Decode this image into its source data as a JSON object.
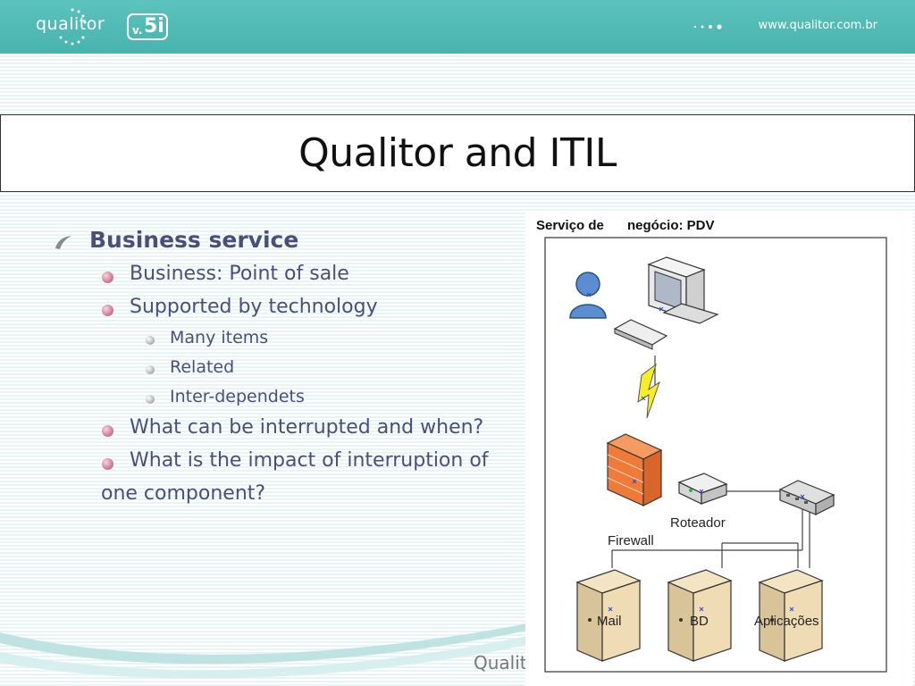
{
  "header": {
    "logo_text": "qualitor",
    "version_prefix": "v.",
    "version_number": "5i",
    "website": "www.qualitor.com.br"
  },
  "slide": {
    "title": "Qualitor and ITIL",
    "footer": "Qualit"
  },
  "bullets": {
    "level1": "Business service",
    "item_point_of_sale": "Business: Point of sale",
    "item_supported": "Supported by technology",
    "sub_many": "Many items",
    "sub_related": "Related",
    "sub_inter": "Inter-dependets",
    "item_interrupted": "What can be interrupted and when?",
    "item_impact_line1": "What is the impact of interruption of",
    "item_impact_line2": "one component?"
  },
  "diagram": {
    "title_part1": "Serviço de",
    "title_part2": "negócio: PDV",
    "router_label": "Roteador",
    "firewall_label": "Firewall",
    "server_mail": "Mail",
    "server_bd": "BD",
    "server_apps": "Aplicações",
    "icons": [
      "user-icon",
      "computer-icon",
      "lightning-icon",
      "firewall-icon",
      "router-icon",
      "switch-icon",
      "server-icon"
    ]
  },
  "colors": {
    "banner": "#4fb8b3",
    "text": "#4a4f7a",
    "firewall": "#f07a3a",
    "lightning": "#f4ee2a"
  }
}
